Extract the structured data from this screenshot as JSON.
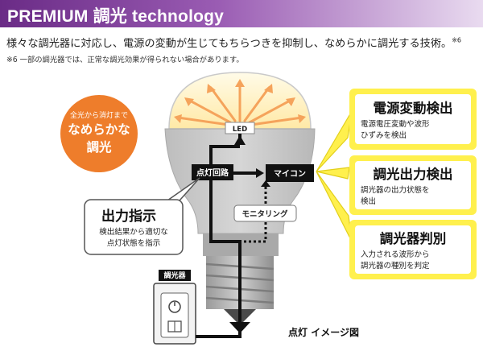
{
  "header": {
    "title": "PREMIUM 調光 technology"
  },
  "intro": {
    "lead": "様々な調光器に対応し、電源の変動が生じてもちらつきを抑制し、なめらかに調光する技術。",
    "lead_ref": "※6",
    "note": "※6 一部の調光器では、正常な調光効果が得られない場合があります。"
  },
  "badge": {
    "line1": "全光から消灯まで",
    "line2": "なめらかな",
    "line3": "調光"
  },
  "bulb": {
    "led_label": "LED",
    "circuit_label": "点灯回路",
    "micon_label": "マイコン",
    "monitoring_label": "モニタリング",
    "caption": "点灯 イメージ図"
  },
  "output_box": {
    "title": "出力指示",
    "desc1": "検出結果から適切な",
    "desc2": "点灯状態を指示"
  },
  "dimmer": {
    "label": "調光器"
  },
  "features": [
    {
      "title": "電源変動検出",
      "desc1": "電源電圧変動や波形",
      "desc2": "ひずみを検出"
    },
    {
      "title": "調光出力検出",
      "desc1": "調光器の出力状態を",
      "desc2": "検出"
    },
    {
      "title": "調光器判別",
      "desc1": "入力される波形から",
      "desc2": "調光器の種別を判定"
    }
  ],
  "colors": {
    "accent_purple": "#6a2b86",
    "badge_orange": "#ee7d2b",
    "highlight_yellow": "#fff04d"
  }
}
